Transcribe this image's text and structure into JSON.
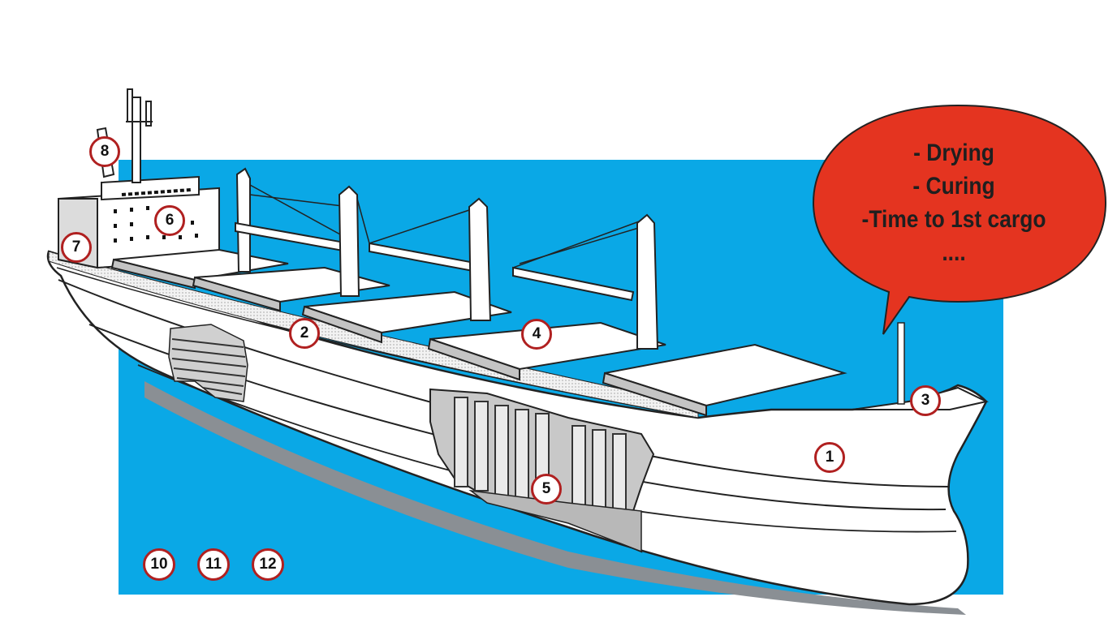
{
  "colors": {
    "sea": "#0aa8e6",
    "hull": "#ffffff",
    "outline": "#222222",
    "bubble": "#e43420",
    "marker_ring": "#b02020",
    "shadow": "#8a8f94"
  },
  "callout": {
    "lines": [
      "- Drying",
      "- Curing",
      "-Time to 1st cargo",
      "...."
    ]
  },
  "markers": [
    {
      "label": "1"
    },
    {
      "label": "2"
    },
    {
      "label": "3"
    },
    {
      "label": "4"
    },
    {
      "label": "5"
    },
    {
      "label": "6"
    },
    {
      "label": "7"
    },
    {
      "label": "8"
    },
    {
      "label": "10"
    },
    {
      "label": "11"
    },
    {
      "label": "12"
    }
  ]
}
